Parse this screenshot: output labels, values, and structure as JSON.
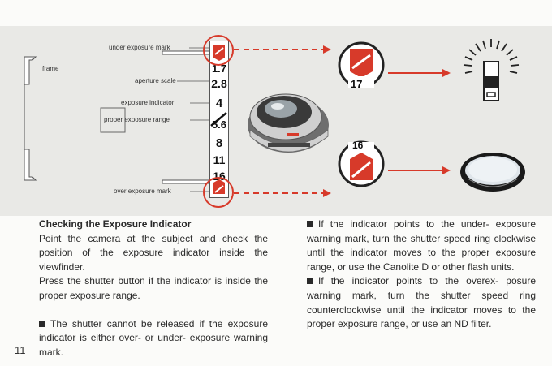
{
  "figure": {
    "labels": {
      "under_exposure_mark": "under exposure  mark",
      "frame": "frame",
      "aperture_scale": "aperture  scale",
      "exposure_indicator": "exposure  indicator",
      "proper_exposure_range": "proper  exposure  range",
      "over_exposure_mark": "over exposure  mark"
    },
    "scale_values": [
      "1.7",
      "2.8",
      "4",
      "5.6",
      "8",
      "11",
      "16"
    ],
    "zoom_top_value": "17",
    "zoom_bottom_value": "16",
    "accent_color": "#d73a2a"
  },
  "text": {
    "heading": "Checking the Exposure Indicator",
    "left_paragraph_1": "Point the camera at the subject and check the position of the exposure indicator inside the viewfinder.",
    "left_paragraph_2": "Press the shutter button if the indicator is inside the proper exposure range.",
    "left_note": "The shutter cannot be released if the exposure indicator is either over- or under- exposure warning mark.",
    "right_note_1": "If the indicator points to the under- exposure warning mark, turn the shutter speed ring clockwise until the indicator moves to the proper exposure range, or use the Canolite D or other flash units.",
    "right_note_2": "If the indicator points to the overex- posure warning mark, turn the shutter speed ring counterclockwise until the indicator moves to the proper exposure range, or use an ND filter."
  },
  "page_number": "11"
}
